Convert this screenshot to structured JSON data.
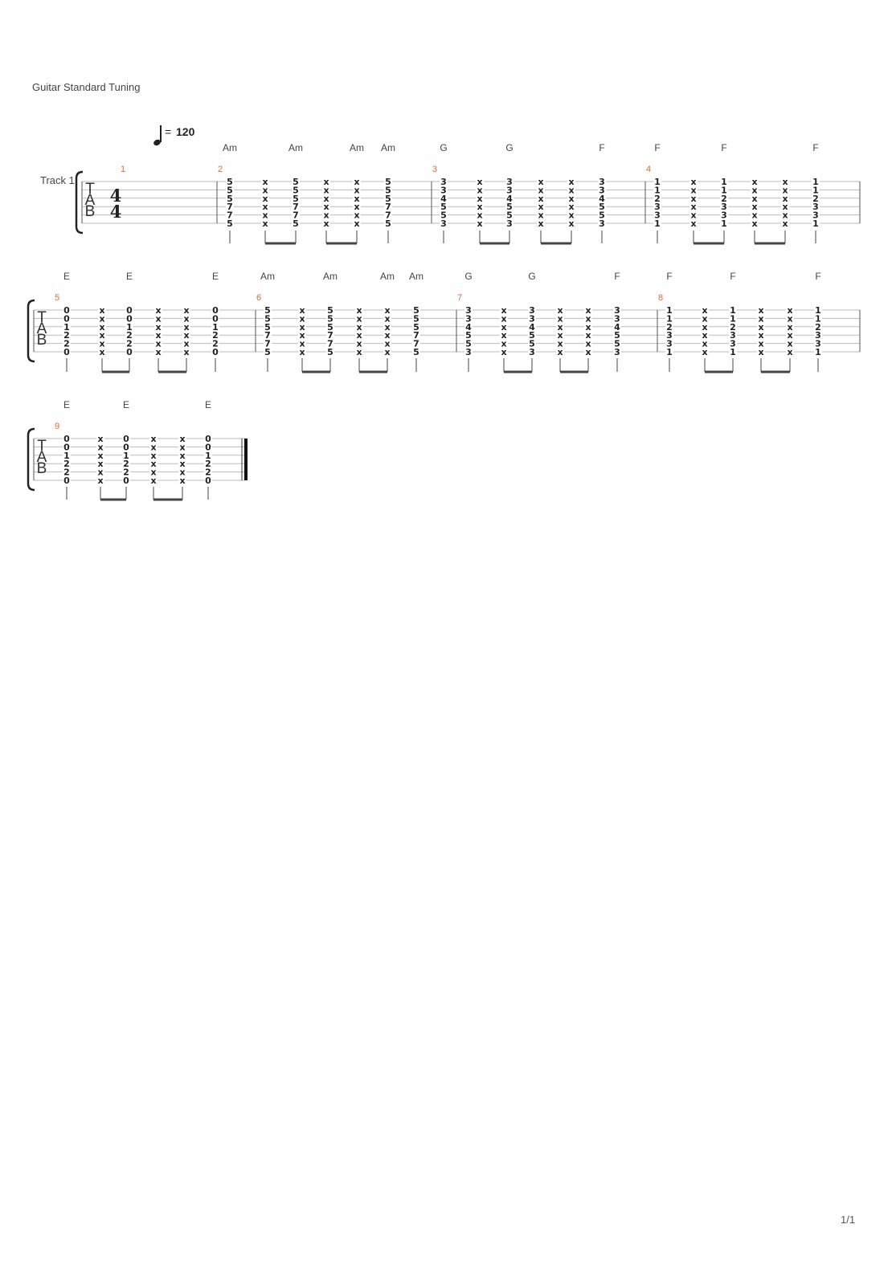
{
  "header": {
    "tuning": "Guitar Standard Tuning",
    "track_label": "Track 1",
    "tempo_symbol": "=",
    "tempo_value": "120",
    "page_number": "1/1"
  },
  "clef_letters": [
    "T",
    "A",
    "B"
  ],
  "time_signature": {
    "numerator": "4",
    "denominator": "4"
  },
  "colors": {
    "measure_number": "#e8672a",
    "text": "#333333",
    "staff_line": "#bbbbbb"
  },
  "systems": [
    {
      "measures": [
        {
          "number": "1",
          "rest": true,
          "beats": []
        },
        {
          "number": "2",
          "beats": [
            {
              "chord": "Am",
              "frets": [
                "5",
                "5",
                "5",
                "7",
                "7",
                "5"
              ]
            },
            {
              "chord": "",
              "frets": [
                "x",
                "x",
                "x",
                "x",
                "x",
                "x"
              ]
            },
            {
              "chord": "Am",
              "frets": [
                "5",
                "5",
                "5",
                "7",
                "7",
                "5"
              ]
            },
            {
              "chord": "",
              "frets": [
                "x",
                "x",
                "x",
                "x",
                "x",
                "x"
              ]
            },
            {
              "chord": "Am",
              "frets": [
                "x",
                "x",
                "x",
                "x",
                "x",
                "x"
              ]
            },
            {
              "chord": "Am",
              "frets": [
                "5",
                "5",
                "5",
                "7",
                "7",
                "5"
              ]
            }
          ]
        },
        {
          "number": "3",
          "beats": [
            {
              "chord": "G",
              "frets": [
                "3",
                "3",
                "4",
                "5",
                "5",
                "3"
              ]
            },
            {
              "chord": "",
              "frets": [
                "x",
                "x",
                "x",
                "x",
                "x",
                "x"
              ]
            },
            {
              "chord": "G",
              "frets": [
                "3",
                "3",
                "4",
                "5",
                "5",
                "3"
              ]
            },
            {
              "chord": "",
              "frets": [
                "x",
                "x",
                "x",
                "x",
                "x",
                "x"
              ]
            },
            {
              "chord": "",
              "frets": [
                "x",
                "x",
                "x",
                "x",
                "x",
                "x"
              ]
            },
            {
              "chord": "F",
              "frets": [
                "3",
                "3",
                "4",
                "5",
                "5",
                "3"
              ]
            }
          ]
        },
        {
          "number": "4",
          "beats": [
            {
              "chord": "F",
              "frets": [
                "1",
                "1",
                "2",
                "3",
                "3",
                "1"
              ]
            },
            {
              "chord": "",
              "frets": [
                "x",
                "x",
                "x",
                "x",
                "x",
                "x"
              ]
            },
            {
              "chord": "F",
              "frets": [
                "1",
                "1",
                "2",
                "3",
                "3",
                "1"
              ]
            },
            {
              "chord": "",
              "frets": [
                "x",
                "x",
                "x",
                "x",
                "x",
                "x"
              ]
            },
            {
              "chord": "",
              "frets": [
                "x",
                "x",
                "x",
                "x",
                "x",
                "x"
              ]
            },
            {
              "chord": "F",
              "frets": [
                "1",
                "1",
                "2",
                "3",
                "3",
                "1"
              ]
            }
          ]
        }
      ]
    },
    {
      "measures": [
        {
          "number": "5",
          "beats": [
            {
              "chord": "E",
              "frets": [
                "0",
                "0",
                "1",
                "2",
                "2",
                "0"
              ]
            },
            {
              "chord": "",
              "frets": [
                "x",
                "x",
                "x",
                "x",
                "x",
                "x"
              ]
            },
            {
              "chord": "E",
              "frets": [
                "0",
                "0",
                "1",
                "2",
                "2",
                "0"
              ]
            },
            {
              "chord": "",
              "frets": [
                "x",
                "x",
                "x",
                "x",
                "x",
                "x"
              ]
            },
            {
              "chord": "",
              "frets": [
                "x",
                "x",
                "x",
                "x",
                "x",
                "x"
              ]
            },
            {
              "chord": "E",
              "frets": [
                "0",
                "0",
                "1",
                "2",
                "2",
                "0"
              ]
            }
          ]
        },
        {
          "number": "6",
          "beats": [
            {
              "chord": "Am",
              "frets": [
                "5",
                "5",
                "5",
                "7",
                "7",
                "5"
              ]
            },
            {
              "chord": "",
              "frets": [
                "x",
                "x",
                "x",
                "x",
                "x",
                "x"
              ]
            },
            {
              "chord": "Am",
              "frets": [
                "5",
                "5",
                "5",
                "7",
                "7",
                "5"
              ]
            },
            {
              "chord": "",
              "frets": [
                "x",
                "x",
                "x",
                "x",
                "x",
                "x"
              ]
            },
            {
              "chord": "Am",
              "frets": [
                "x",
                "x",
                "x",
                "x",
                "x",
                "x"
              ]
            },
            {
              "chord": "Am",
              "frets": [
                "5",
                "5",
                "5",
                "7",
                "7",
                "5"
              ]
            }
          ]
        },
        {
          "number": "7",
          "beats": [
            {
              "chord": "G",
              "frets": [
                "3",
                "3",
                "4",
                "5",
                "5",
                "3"
              ]
            },
            {
              "chord": "",
              "frets": [
                "x",
                "x",
                "x",
                "x",
                "x",
                "x"
              ]
            },
            {
              "chord": "G",
              "frets": [
                "3",
                "3",
                "4",
                "5",
                "5",
                "3"
              ]
            },
            {
              "chord": "",
              "frets": [
                "x",
                "x",
                "x",
                "x",
                "x",
                "x"
              ]
            },
            {
              "chord": "",
              "frets": [
                "x",
                "x",
                "x",
                "x",
                "x",
                "x"
              ]
            },
            {
              "chord": "F",
              "frets": [
                "3",
                "3",
                "4",
                "5",
                "5",
                "3"
              ]
            }
          ]
        },
        {
          "number": "8",
          "beats": [
            {
              "chord": "F",
              "frets": [
                "1",
                "1",
                "2",
                "3",
                "3",
                "1"
              ]
            },
            {
              "chord": "",
              "frets": [
                "x",
                "x",
                "x",
                "x",
                "x",
                "x"
              ]
            },
            {
              "chord": "F",
              "frets": [
                "1",
                "1",
                "2",
                "3",
                "3",
                "1"
              ]
            },
            {
              "chord": "",
              "frets": [
                "x",
                "x",
                "x",
                "x",
                "x",
                "x"
              ]
            },
            {
              "chord": "",
              "frets": [
                "x",
                "x",
                "x",
                "x",
                "x",
                "x"
              ]
            },
            {
              "chord": "F",
              "frets": [
                "1",
                "1",
                "2",
                "3",
                "3",
                "1"
              ]
            }
          ]
        }
      ]
    },
    {
      "measures": [
        {
          "number": "9",
          "final": true,
          "beats": [
            {
              "chord": "E",
              "frets": [
                "0",
                "0",
                "1",
                "2",
                "2",
                "0"
              ]
            },
            {
              "chord": "",
              "frets": [
                "x",
                "x",
                "x",
                "x",
                "x",
                "x"
              ]
            },
            {
              "chord": "E",
              "frets": [
                "0",
                "0",
                "1",
                "2",
                "2",
                "0"
              ]
            },
            {
              "chord": "",
              "frets": [
                "x",
                "x",
                "x",
                "x",
                "x",
                "x"
              ]
            },
            {
              "chord": "",
              "frets": [
                "x",
                "x",
                "x",
                "x",
                "x",
                "x"
              ]
            },
            {
              "chord": "E",
              "frets": [
                "0",
                "0",
                "1",
                "2",
                "2",
                "0"
              ]
            }
          ]
        }
      ]
    }
  ]
}
